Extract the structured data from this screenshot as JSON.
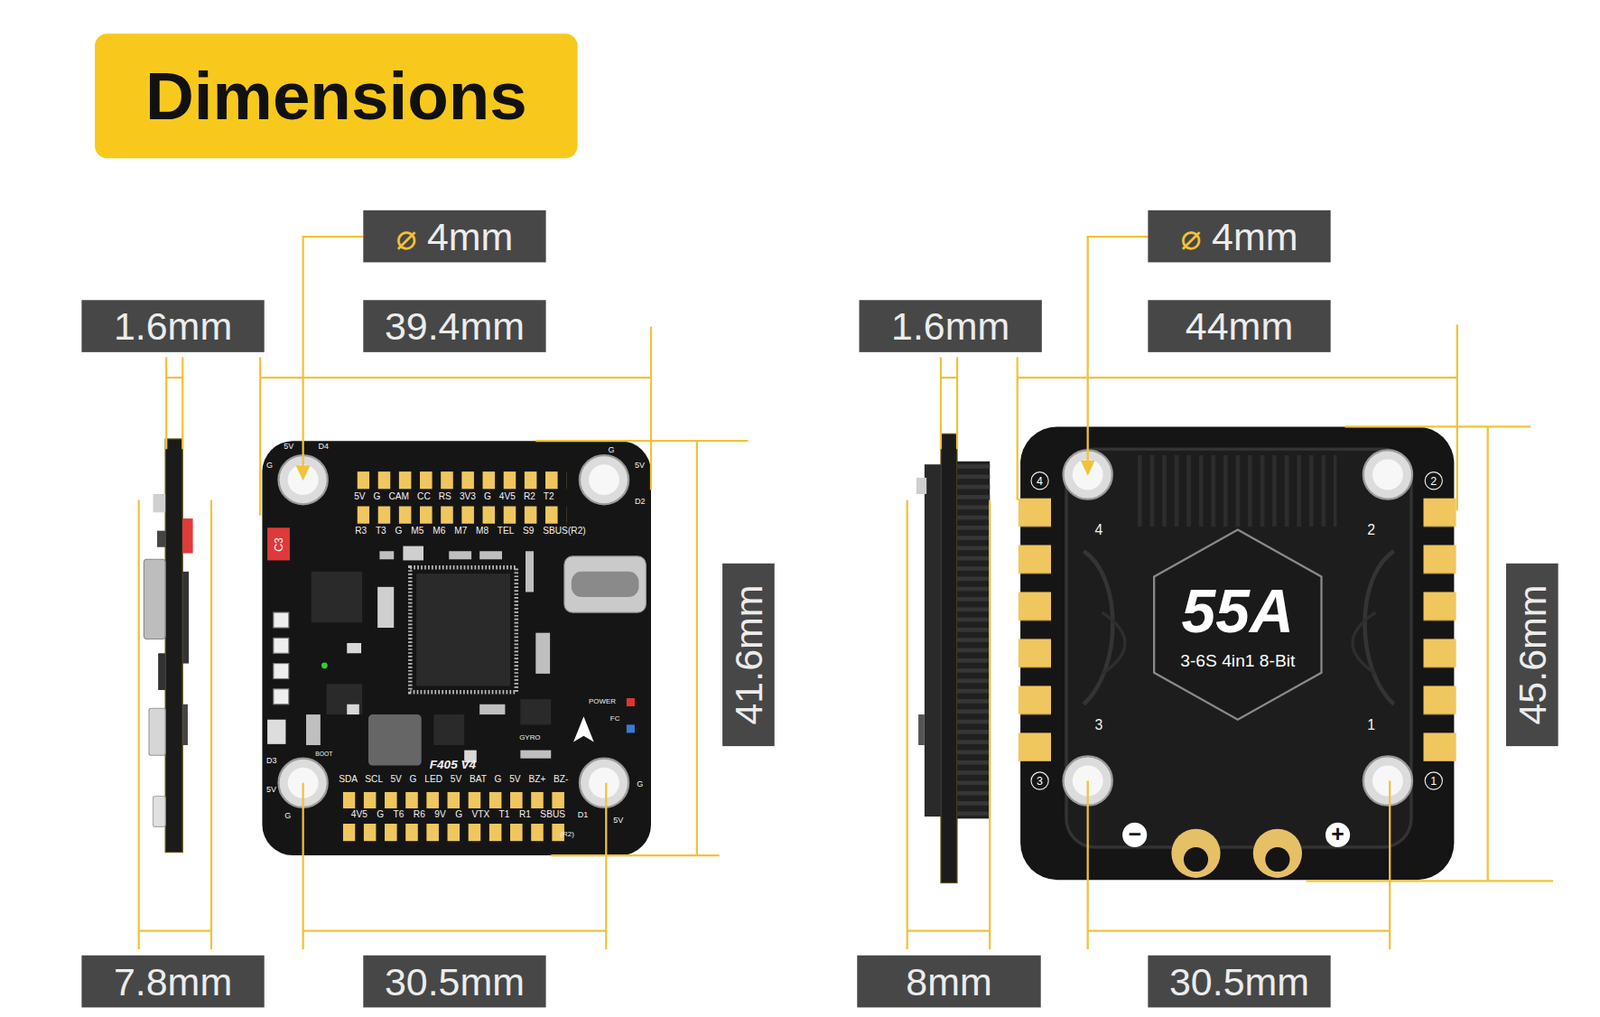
{
  "diagram": {
    "title": "Dimensions",
    "nodes": [
      {
        "text": [
          "⌀",
          "4mm"
        ]
      },
      {
        "text": [
          "1.6mm"
        ]
      },
      {
        "text": [
          "39.4mm"
        ]
      },
      {
        "text": [
          "41.6mm"
        ]
      },
      {
        "text": [
          "7.8mm"
        ]
      },
      {
        "text": [
          "30.5mm"
        ]
      },
      {
        "text": [
          "⌀",
          "4mm"
        ]
      },
      {
        "text": [
          "1.6mm"
        ]
      },
      {
        "text": [
          "44mm"
        ]
      },
      {
        "text": [
          "45.6mm"
        ]
      },
      {
        "text": [
          "8mm"
        ]
      },
      {
        "text": [
          "30.5mm"
        ]
      },
      {
        "text": [
          "C3"
        ]
      },
      {
        "text": [
          "55A",
          "3-6S 4in1 8-Bit"
        ]
      },
      {
        "text": [
          "4"
        ]
      },
      {
        "text": [
          "2"
        ]
      },
      {
        "text": [
          "3"
        ]
      },
      {
        "text": [
          "1"
        ]
      },
      {
        "text": [
          "−"
        ]
      },
      {
        "text": [
          "+"
        ]
      }
    ],
    "labels": [
      "5V G CAM CC RS 3V3 G 4V5 R2 T2",
      "R3 T3 G M5 M6 M7 M8 TEL S9 SBUS(R2)",
      "F405 V4",
      "SDA SCL 5V G LED 5V BAT G 5V BZ+ BZ-",
      "4V5 G T6 R6 9V G VTX T1 R1 SBUS",
      "(R2)",
      "POWER",
      "FC",
      "GYRO",
      "BOOT",
      "D4",
      "5V",
      "G",
      "G",
      "5V",
      "D2",
      "D3",
      "5V",
      "G",
      "D1",
      "5V",
      "G",
      "4",
      "2",
      "3",
      "1"
    ]
  }
}
